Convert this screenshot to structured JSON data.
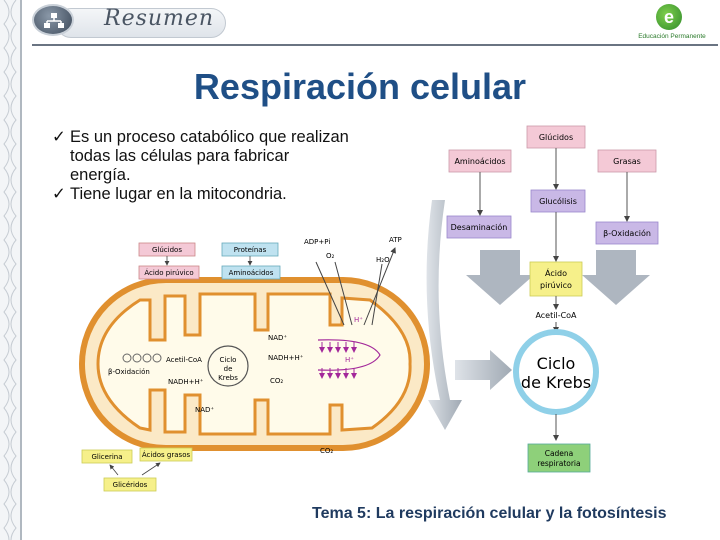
{
  "header": {
    "title": "Resumen",
    "brand": "Educación Permanente"
  },
  "slide": {
    "title": "Respiración celular",
    "check_mark": "✓",
    "bullets": [
      "Es un proceso catabólico que realizan todas las células para fabricar energía.",
      "Tiene lugar en la mitocondria."
    ]
  },
  "mito": {
    "labels": {
      "glucidos": "Glúcidos",
      "proteinas": "Proteínas",
      "acido_piruvico": "Ácido pirúvico",
      "aminoacidos": "Aminoácidos",
      "adp": "ADP+Pi",
      "o2": "O₂",
      "atp": "ATP",
      "h2o": "H₂O",
      "acetil": "Acetil-CoA",
      "ciclo": "Ciclo de Krebs",
      "nad": "NAD⁺",
      "nadh": "NADH+H⁺",
      "beta": "β-Oxidación",
      "nadh2": "NADH+H⁺",
      "co2a": "CO₂",
      "nad2": "NAD⁺",
      "co2b": "CO₂",
      "hplus1": "H⁺",
      "hplus2": "H⁺",
      "glicerina": "Glicerina",
      "acidos_grasos": "Ácidos grasos",
      "gliceridos": "Glicéridos"
    }
  },
  "flow": {
    "labels": {
      "glucidos": "Glúcidos",
      "aminoacidos": "Aminoácidos",
      "grasas": "Grasas",
      "glucolisis": "Glucólisis",
      "desaminacion": "Desaminación",
      "beta": "β-Oxidación",
      "piruvico": "Ácido pirúvico",
      "acetil": "Acetil-CoA",
      "ciclo1": "Ciclo",
      "ciclo2": "de Krebs",
      "cadena": "Cadena respiratoria"
    }
  },
  "footer": {
    "text": "Tema 5: La respiración celular y la fotosíntesis"
  }
}
